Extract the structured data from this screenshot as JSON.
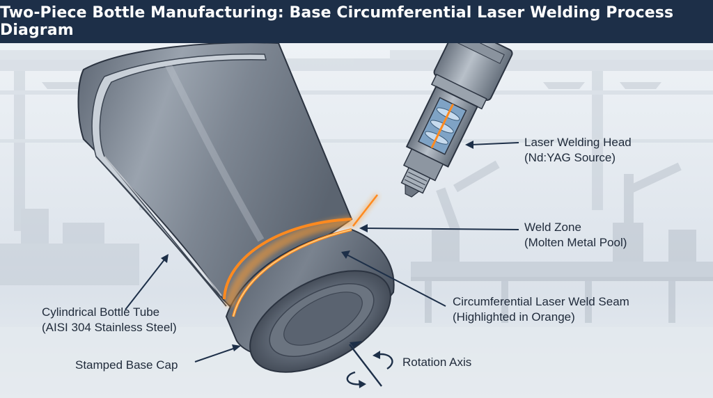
{
  "title": "Two-Piece Bottle Manufacturing: Base Circumferential Laser Welding Process Diagram",
  "labels": {
    "laser_head": {
      "line1": "Laser Welding Head",
      "line2": "(Nd:YAG Source)"
    },
    "weld_zone": {
      "line1": "Weld Zone",
      "line2": "(Molten Metal Pool)"
    },
    "weld_seam": {
      "line1": "Circumferential Laser Weld Seam",
      "line2": "(Highlighted in Orange)"
    },
    "bottle_tube": {
      "line1": "Cylindrical Bottle Tube",
      "line2": "(AISI 304 Stainless Steel)"
    },
    "base_cap": {
      "line1": "Stamped Base Cap"
    },
    "rotation": {
      "line1": "Rotation Axis"
    }
  },
  "colors": {
    "title_bg": "#1d2f48",
    "weld_orange": "#ff8a1f",
    "steel": "#7b8592",
    "arrow": "#1d2f48"
  }
}
